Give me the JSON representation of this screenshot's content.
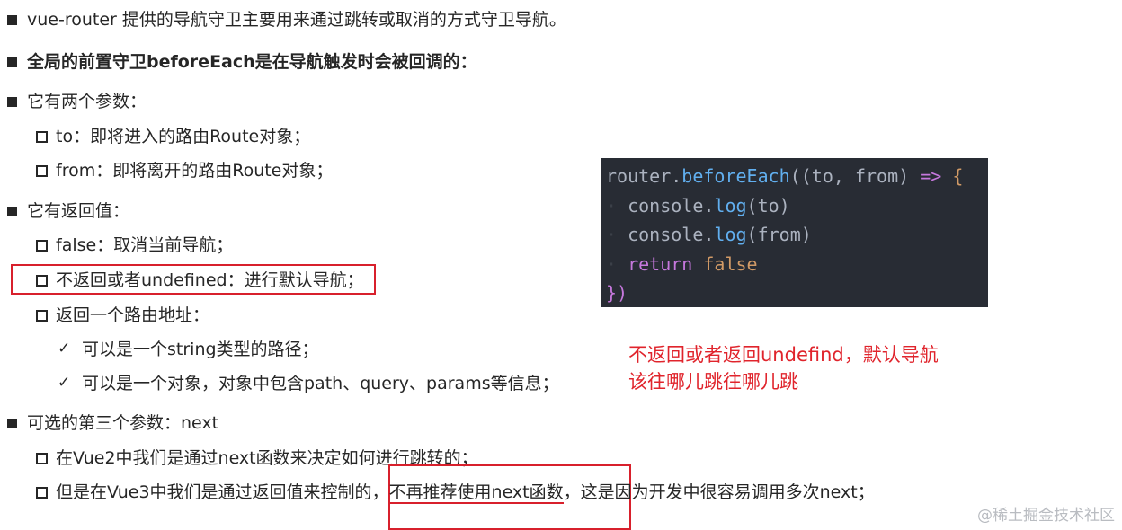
{
  "lines": {
    "l1": "vue-router 提供的导航守卫主要用来通过跳转或取消的方式守卫导航。",
    "l2": "全局的前置守卫beforeEach是在导航触发时会被回调的：",
    "l3": "它有两个参数：",
    "l4": "to：即将进入的路由Route对象；",
    "l5": "from：即将离开的路由Route对象；",
    "l6": "它有返回值：",
    "l7": "false：取消当前导航；",
    "l8": "不返回或者undefined：进行默认导航；",
    "l9": "返回一个路由地址：",
    "l10": "可以是一个string类型的路径；",
    "l11": "可以是一个对象，对象中包含path、query、params等信息；",
    "l12": "可选的第三个参数：next",
    "l13": "在Vue2中我们是通过next函数来决定如何进行跳转的；",
    "l14a": "但是在Vue3中我们是通过返回值来控制的，",
    "l14b": "不再推荐使用next函数",
    "l14c": "，这是因为开发中很容易调用多次next；"
  },
  "code": {
    "line1": {
      "obj": "router.",
      "fn": "beforeEach",
      "args": "((to, from) ",
      "arrow": "=>",
      "brace": " {"
    },
    "line2": {
      "obj": "console.",
      "fn": "log",
      "args": "(to)"
    },
    "line3": {
      "obj": "console.",
      "fn": "log",
      "args": "(from)"
    },
    "line4": {
      "kw": "return",
      "val": "false"
    },
    "line5": {
      "close": "})"
    }
  },
  "note": {
    "line1": "不返回或者返回undefind，默认导航",
    "line2": "该往哪儿跳往哪儿跳"
  },
  "watermark": "@稀土掘金技术社区",
  "colors": {
    "highlight_red": "#d8202c",
    "code_bg": "#282c34",
    "code_fn": "#61afef",
    "code_keyword": "#c678dd",
    "code_value": "#d19a66"
  }
}
